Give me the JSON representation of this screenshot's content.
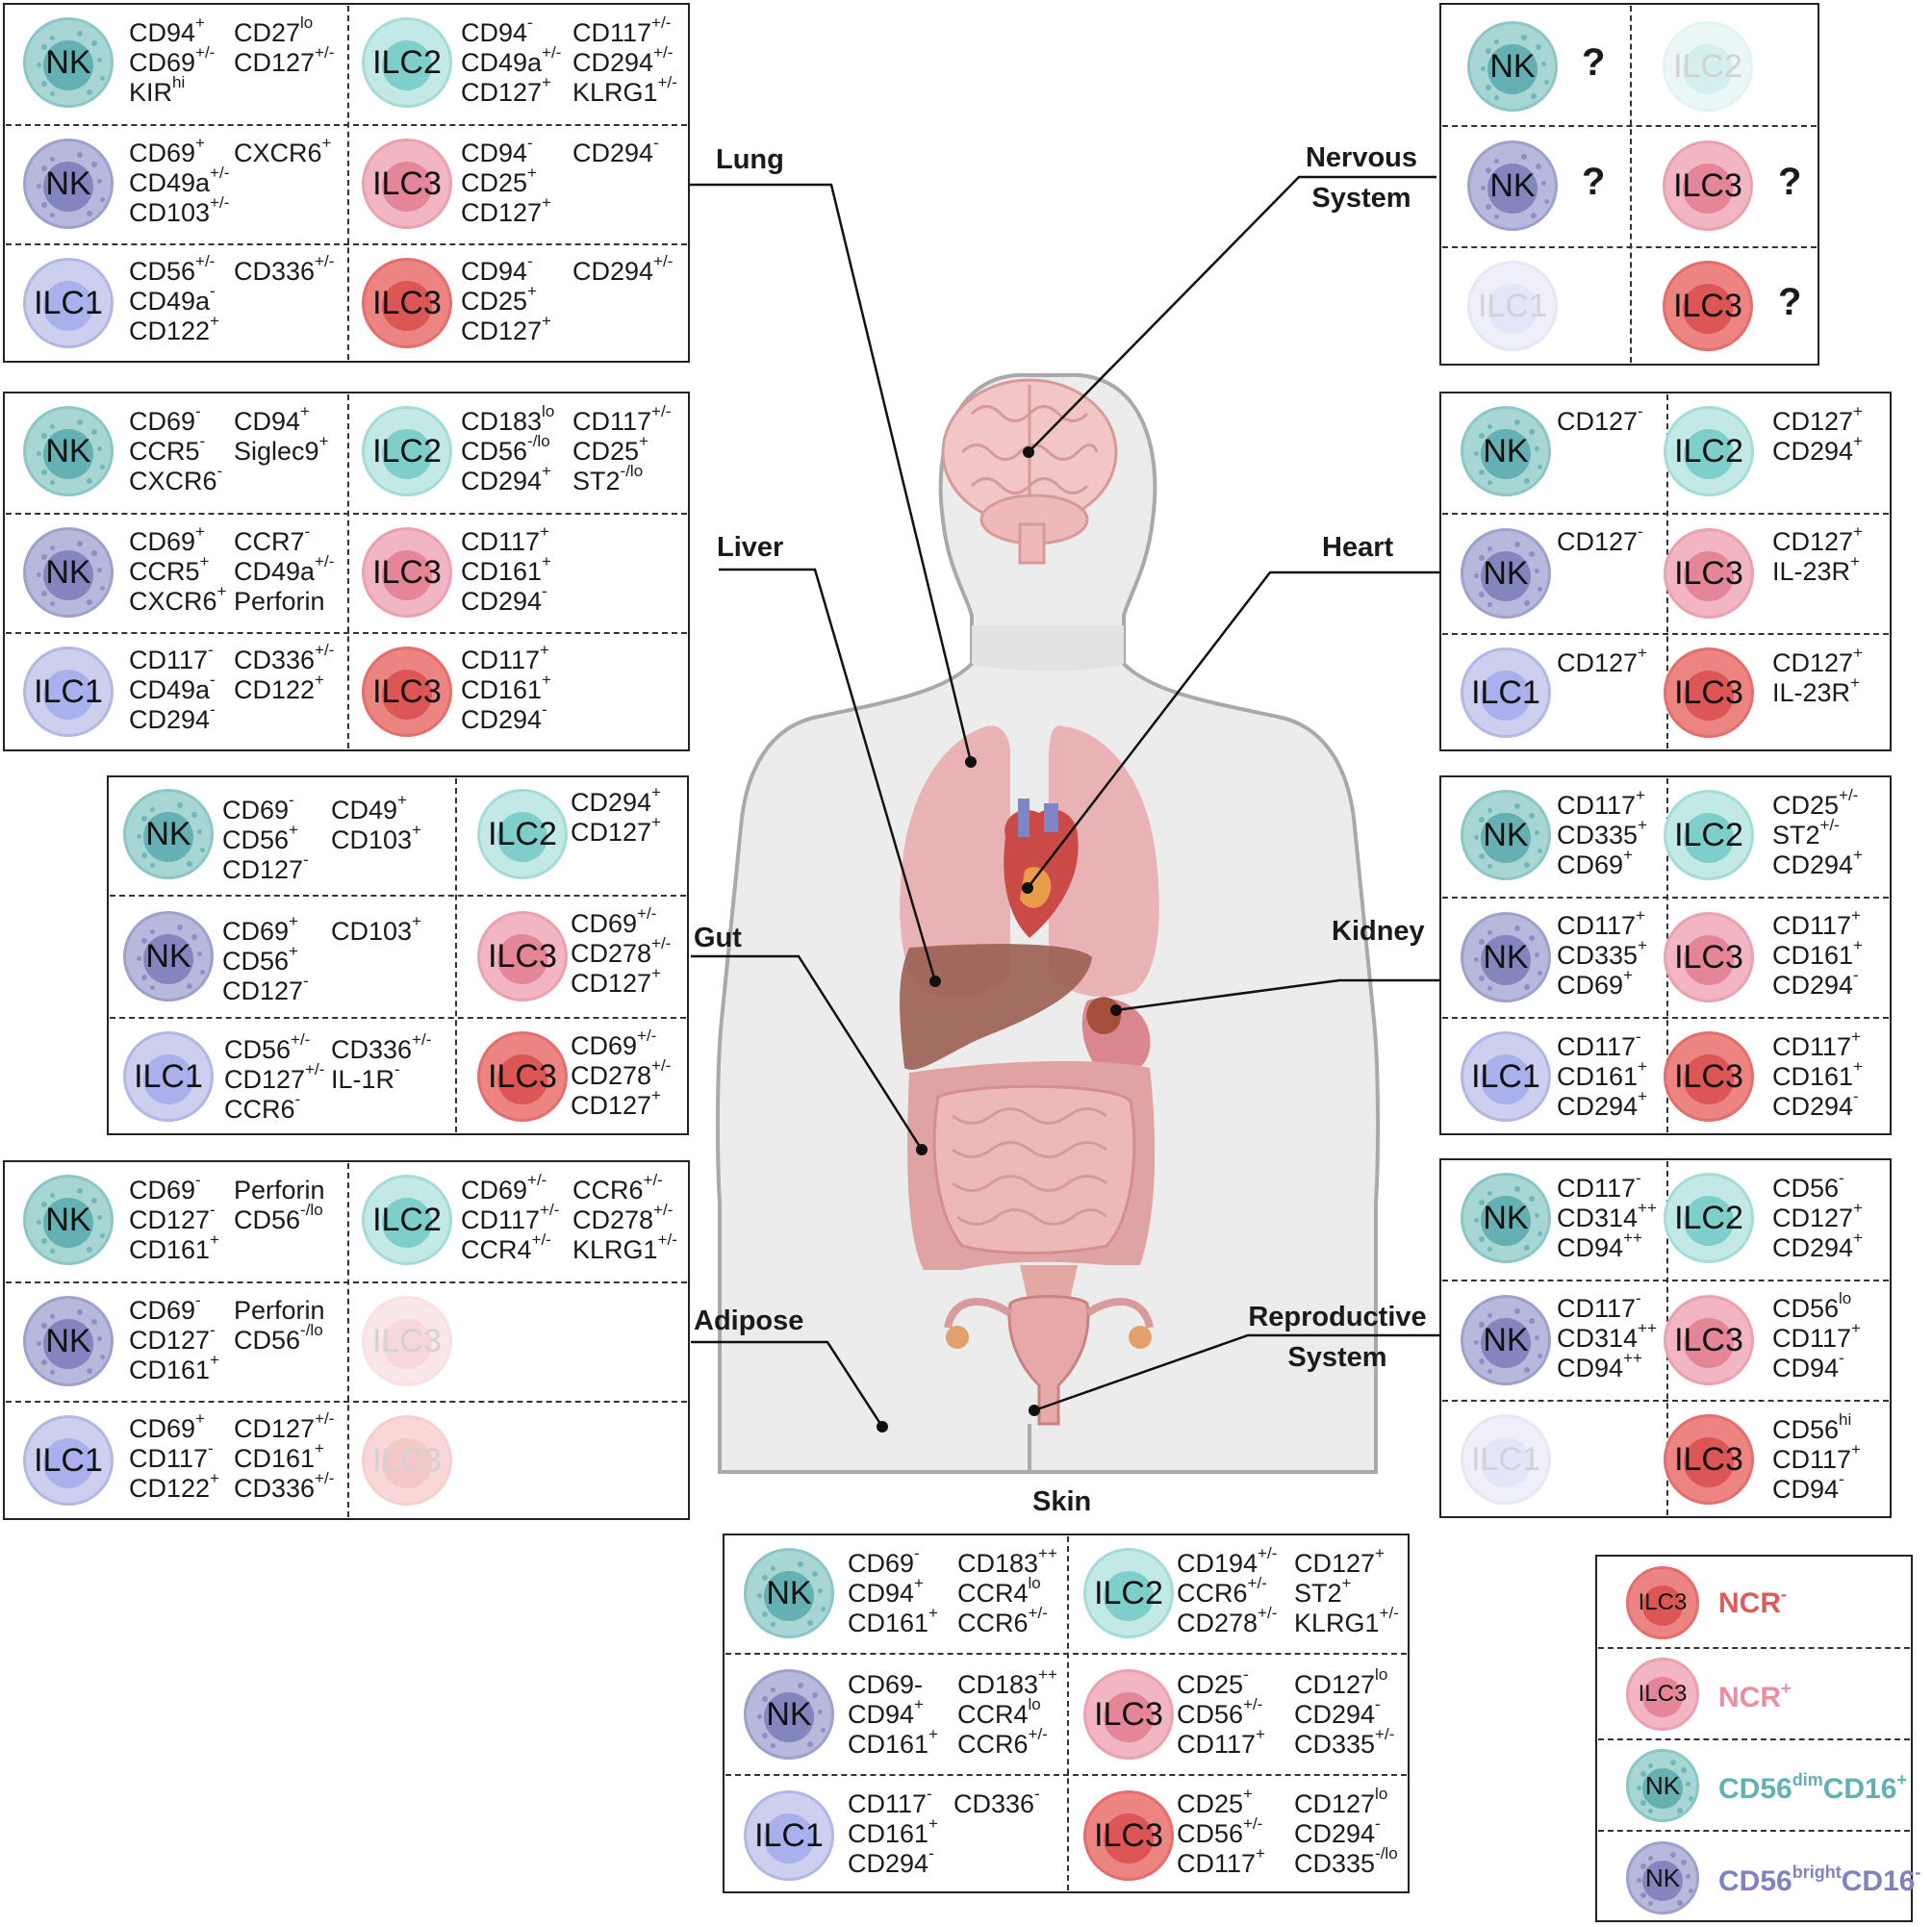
{
  "colors": {
    "nk_dim": {
      "outer": "#a8d6d5",
      "inner": "#58a9ac",
      "ring": "#8cc6c6"
    },
    "nk_bright": {
      "outer": "#b6b9db",
      "inner": "#7a7db8",
      "ring": "#9da1cc"
    },
    "ilc1": {
      "outer": "#ccd0ee",
      "inner": "#a3aaea",
      "ring": "#b2b8e4"
    },
    "ilc2": {
      "outer": "#c2e9e6",
      "inner": "#72cac5",
      "ring": "#a5dcd8"
    },
    "ilc3p": {
      "outer": "#f1b6c1",
      "inner": "#e27d90",
      "ring": "#eba2b0"
    },
    "ilc3n": {
      "outer": "#ec8482",
      "inner": "#d84e4d",
      "ring": "#e46e6c"
    }
  },
  "organs": {
    "lung": "Lung",
    "liver": "Liver",
    "gut": "Gut",
    "adipose": "Adipose",
    "skin": "Skin",
    "nervous_line1": "Nervous",
    "nervous_line2": "System",
    "heart": "Heart",
    "kidney": "Kidney",
    "repro_line1": "Reproductive",
    "repro_line2": "System"
  },
  "cell_labels": {
    "nk": "NK",
    "ilc1": "ILC1",
    "ilc2": "ILC2",
    "ilc3": "ILC3"
  },
  "question": "?",
  "legend": {
    "ncr_neg": "NCR",
    "ncr_neg_sup": "-",
    "ncr_pos": "NCR",
    "ncr_pos_sup": "+",
    "dim_a": "CD56",
    "dim_sup1": "dim",
    "dim_b": "CD16",
    "dim_sup2": "+",
    "bright_a": "CD56",
    "bright_sup1": "bright",
    "bright_b": "CD16",
    "bright_sup2": "-"
  },
  "panels": {
    "lung": {
      "nk1": [
        [
          "CD94",
          "+"
        ],
        [
          "CD69",
          "+/-"
        ],
        [
          "KIR",
          "hi"
        ]
      ],
      "nk1b": [
        [
          "CD27",
          "lo"
        ],
        [
          "CD127",
          "+/-"
        ]
      ],
      "ilc2": [
        [
          "CD94",
          "-"
        ],
        [
          "CD49a",
          "+/-"
        ],
        [
          "CD127",
          "+"
        ]
      ],
      "ilc2b": [
        [
          "CD117",
          "+/-"
        ],
        [
          "CD294",
          "+/-"
        ],
        [
          "KLRG1",
          "+/-"
        ]
      ],
      "nk2": [
        [
          "CD69",
          "+"
        ],
        [
          "CD49a",
          "+/-"
        ],
        [
          "CD103",
          "+/-"
        ]
      ],
      "nk2b": [
        [
          "CXCR6",
          "+"
        ]
      ],
      "ilc3p": [
        [
          "CD94",
          "-"
        ],
        [
          "CD25",
          "+"
        ],
        [
          "CD127",
          "+"
        ]
      ],
      "ilc3pb": [
        [
          "CD294",
          "-"
        ]
      ],
      "ilc1": [
        [
          "CD56",
          "+/-"
        ],
        [
          "CD49a",
          "-"
        ],
        [
          "CD122",
          "+"
        ]
      ],
      "ilc1b": [
        [
          "CD336",
          "+/-"
        ]
      ],
      "ilc3n": [
        [
          "CD94",
          "-"
        ],
        [
          "CD25",
          "+"
        ],
        [
          "CD127",
          "+"
        ]
      ],
      "ilc3nb": [
        [
          "CD294",
          "+/-"
        ]
      ]
    },
    "liver": {
      "nk1": [
        [
          "CD69",
          "-"
        ],
        [
          "CCR5",
          "-"
        ],
        [
          "CXCR6",
          "-"
        ]
      ],
      "nk1b": [
        [
          "CD94",
          "+"
        ],
        [
          "Siglec9",
          "+"
        ]
      ],
      "ilc2": [
        [
          "CD183",
          "lo"
        ],
        [
          "CD56",
          "-/lo"
        ],
        [
          "CD294",
          "+"
        ]
      ],
      "ilc2b": [
        [
          "CD117",
          "+/-"
        ],
        [
          "CD25",
          "+"
        ],
        [
          "ST2",
          "-/lo"
        ]
      ],
      "nk2": [
        [
          "CD69",
          "+"
        ],
        [
          "CCR5",
          "+"
        ],
        [
          "CXCR6",
          "+"
        ]
      ],
      "nk2b": [
        [
          "CCR7",
          "-"
        ],
        [
          "CD49a",
          "+/-"
        ],
        [
          "Perforin",
          ""
        ]
      ],
      "ilc3p": [
        [
          "CD117",
          "+"
        ],
        [
          "CD161",
          "+"
        ],
        [
          "CD294",
          "-"
        ]
      ],
      "ilc1": [
        [
          "CD117",
          "-"
        ],
        [
          "CD49a",
          "-"
        ],
        [
          "CD294",
          "-"
        ]
      ],
      "ilc1b": [
        [
          "CD336",
          "+/-"
        ],
        [
          "CD122",
          "+"
        ]
      ],
      "ilc3n": [
        [
          "CD117",
          "+"
        ],
        [
          "CD161",
          "+"
        ],
        [
          "CD294",
          "-"
        ]
      ]
    },
    "gut": {
      "nk1": [
        [
          "CD69",
          "-"
        ],
        [
          "CD56",
          "+"
        ],
        [
          "CD127",
          "-"
        ]
      ],
      "nk1b": [
        [
          "CD49",
          "+"
        ],
        [
          "CD103",
          "+"
        ]
      ],
      "ilc2": [
        [
          "CD294",
          "+"
        ],
        [
          "CD127",
          "+"
        ]
      ],
      "nk2": [
        [
          "CD69",
          "+"
        ],
        [
          "CD56",
          "+"
        ],
        [
          "CD127",
          "-"
        ]
      ],
      "nk2b": [
        [
          "CD103",
          "+"
        ]
      ],
      "ilc3p": [
        [
          "CD69",
          "+/-"
        ],
        [
          "CD278",
          "+/-"
        ],
        [
          "CD127",
          "+"
        ]
      ],
      "ilc1": [
        [
          "CD56",
          "+/-"
        ],
        [
          "CD127",
          "+/-"
        ],
        [
          "CCR6",
          "-"
        ]
      ],
      "ilc1b": [
        [
          "CD336",
          "+/-"
        ],
        [
          "IL-1R",
          "-"
        ]
      ],
      "ilc3n": [
        [
          "CD69",
          "+/-"
        ],
        [
          "CD278",
          "+/-"
        ],
        [
          "CD127",
          "+"
        ]
      ]
    },
    "adipose": {
      "nk1": [
        [
          "CD69",
          "-"
        ],
        [
          "CD127",
          "-"
        ],
        [
          "CD161",
          "+"
        ]
      ],
      "nk1b": [
        [
          "Perforin",
          ""
        ],
        [
          "CD56",
          "-/lo"
        ]
      ],
      "ilc2": [
        [
          "CD69",
          "+/-"
        ],
        [
          "CD117",
          "+/-"
        ],
        [
          "CCR4",
          "+/-"
        ]
      ],
      "ilc2b": [
        [
          "CCR6",
          "+/-"
        ],
        [
          "CD278",
          "+/-"
        ],
        [
          "KLRG1",
          "+/-"
        ]
      ],
      "nk2": [
        [
          "CD69",
          "-"
        ],
        [
          "CD127",
          "-"
        ],
        [
          "CD161",
          "+"
        ]
      ],
      "nk2b": [
        [
          "Perforin",
          ""
        ],
        [
          "CD56",
          "-/lo"
        ]
      ],
      "ilc1": [
        [
          "CD69",
          "+"
        ],
        [
          "CD117",
          "-"
        ],
        [
          "CD122",
          "+"
        ]
      ],
      "ilc1b": [
        [
          "CD127",
          "+/-"
        ],
        [
          "CD161",
          "+"
        ],
        [
          "CD336",
          "+/-"
        ]
      ]
    },
    "skin": {
      "nk1": [
        [
          "CD69",
          "-"
        ],
        [
          "CD94",
          "+"
        ],
        [
          "CD161",
          "+"
        ]
      ],
      "nk1b": [
        [
          "CD183",
          "++"
        ],
        [
          "CCR4",
          "lo"
        ],
        [
          "CCR6",
          "+/-"
        ]
      ],
      "ilc2": [
        [
          "CD194",
          "+/-"
        ],
        [
          "CCR6",
          "+/-"
        ],
        [
          "CD278",
          "+/-"
        ]
      ],
      "ilc2b": [
        [
          "CD127",
          "+"
        ],
        [
          "ST2",
          "+"
        ],
        [
          "KLRG1",
          "+/-"
        ]
      ],
      "nk2": [
        [
          "CD69-",
          ""
        ],
        [
          "CD94",
          "+"
        ],
        [
          "CD161",
          "+"
        ]
      ],
      "nk2b": [
        [
          "CD183",
          "++"
        ],
        [
          "CCR4",
          "lo"
        ],
        [
          "CCR6",
          "+/-"
        ]
      ],
      "ilc3p": [
        [
          "CD25",
          "-"
        ],
        [
          "CD56",
          "+/-"
        ],
        [
          "CD117",
          "+"
        ]
      ],
      "ilc3pb": [
        [
          "CD127",
          "lo"
        ],
        [
          "CD294",
          "-"
        ],
        [
          "CD335",
          "+/-"
        ]
      ],
      "ilc1": [
        [
          "CD117",
          "-"
        ],
        [
          "CD161",
          "+"
        ],
        [
          "CD294",
          "-"
        ]
      ],
      "ilc1b": [
        [
          "CD336",
          "-"
        ]
      ],
      "ilc3n": [
        [
          "CD25",
          "+"
        ],
        [
          "CD56",
          "+/-"
        ],
        [
          "CD117",
          "+"
        ]
      ],
      "ilc3nb": [
        [
          "CD127",
          "lo"
        ],
        [
          "CD294",
          "-"
        ],
        [
          "CD335",
          "-/lo"
        ]
      ]
    },
    "heart": {
      "nk1": [
        [
          "CD127",
          "-"
        ]
      ],
      "ilc2": [
        [
          "CD127",
          "+"
        ],
        [
          "CD294",
          "+"
        ]
      ],
      "nk2": [
        [
          "CD127",
          "-"
        ]
      ],
      "ilc3p": [
        [
          "CD127",
          "+"
        ],
        [
          "IL-23R",
          "+"
        ]
      ],
      "ilc1": [
        [
          "CD127",
          "+"
        ]
      ],
      "ilc3n": [
        [
          "CD127",
          "+"
        ],
        [
          "IL-23R",
          "+"
        ]
      ]
    },
    "kidney": {
      "nk1": [
        [
          "CD117",
          "+"
        ],
        [
          "CD335",
          "+"
        ],
        [
          "CD69",
          "+"
        ]
      ],
      "ilc2": [
        [
          "CD25",
          "+/-"
        ],
        [
          "ST2",
          "+/-"
        ],
        [
          "CD294",
          "+"
        ]
      ],
      "nk2": [
        [
          "CD117",
          "+"
        ],
        [
          "CD335",
          "+"
        ],
        [
          "CD69",
          "+"
        ]
      ],
      "ilc3p": [
        [
          "CD117",
          "+"
        ],
        [
          "CD161",
          "+"
        ],
        [
          "CD294",
          "-"
        ]
      ],
      "ilc1": [
        [
          "CD117",
          "-"
        ],
        [
          "CD161",
          "+"
        ],
        [
          "CD294",
          "+"
        ]
      ],
      "ilc3n": [
        [
          "CD117",
          "+"
        ],
        [
          "CD161",
          "+"
        ],
        [
          "CD294",
          "-"
        ]
      ]
    },
    "repro": {
      "nk1": [
        [
          "CD117",
          "-"
        ],
        [
          "CD314",
          "++"
        ],
        [
          "CD94",
          "++"
        ]
      ],
      "ilc2": [
        [
          "CD56",
          "-"
        ],
        [
          "CD127",
          "+"
        ],
        [
          "CD294",
          "+"
        ]
      ],
      "nk2": [
        [
          "CD117",
          "-"
        ],
        [
          "CD314",
          "++"
        ],
        [
          "CD94",
          "++"
        ]
      ],
      "ilc3p": [
        [
          "CD56",
          "lo"
        ],
        [
          "CD117",
          "+"
        ],
        [
          "CD94",
          "-"
        ]
      ],
      "ilc3n": [
        [
          "CD56",
          "hi"
        ],
        [
          "CD117",
          "+"
        ],
        [
          "CD94",
          "-"
        ]
      ]
    }
  }
}
